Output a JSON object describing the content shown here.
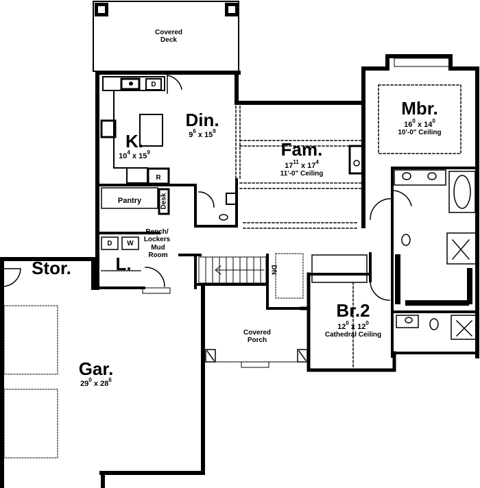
{
  "rooms": {
    "covered_deck": {
      "line1": "Covered",
      "line2": "Deck"
    },
    "dining": {
      "name": "Din.",
      "dim_a": "9",
      "dim_a_in": "6",
      "dim_b": "15",
      "dim_b_in": "9"
    },
    "kitchen": {
      "name": "K.",
      "dim_a": "10",
      "dim_a_in": "4",
      "dim_b": "15",
      "dim_b_in": "9"
    },
    "family": {
      "name": "Fam.",
      "dim_a": "17",
      "dim_a_in": "11",
      "dim_b": "17",
      "dim_b_in": "4",
      "ceiling": "11'-0\" Ceiling"
    },
    "master_bedroom": {
      "name": "Mbr.",
      "dim_a": "16",
      "dim_a_in": "0",
      "dim_b": "14",
      "dim_b_in": "0",
      "ceiling": "10'-0\" Ceiling"
    },
    "pantry": {
      "name": "Pantry"
    },
    "desk": {
      "name": "Desk"
    },
    "laundry": {
      "name": "L.",
      "dryer": "D",
      "washer": "W"
    },
    "bench_lockers": {
      "line1": "Bench/",
      "line2": "Lockers"
    },
    "mud_room": {
      "line1": "Mud",
      "line2": "Room"
    },
    "storage": {
      "name": "Stor."
    },
    "garage": {
      "name": "Gar.",
      "dim_a": "29",
      "dim_a_in": "0",
      "dim_b": "28",
      "dim_b_in": "6"
    },
    "covered_porch": {
      "line1": "Covered",
      "line2": "Porch"
    },
    "bedroom_2": {
      "name": "Br.2",
      "dim_a": "12",
      "dim_a_in": "0",
      "dim_b": "12",
      "dim_b_in": "0",
      "ceiling": "Cathedral Ceiling"
    },
    "refrigerator": {
      "name": "R"
    },
    "dishwasher": {
      "name": "D"
    }
  },
  "stairs": {
    "direction": "DN"
  },
  "colors": {
    "wall": "#000000",
    "background": "#ffffff"
  }
}
